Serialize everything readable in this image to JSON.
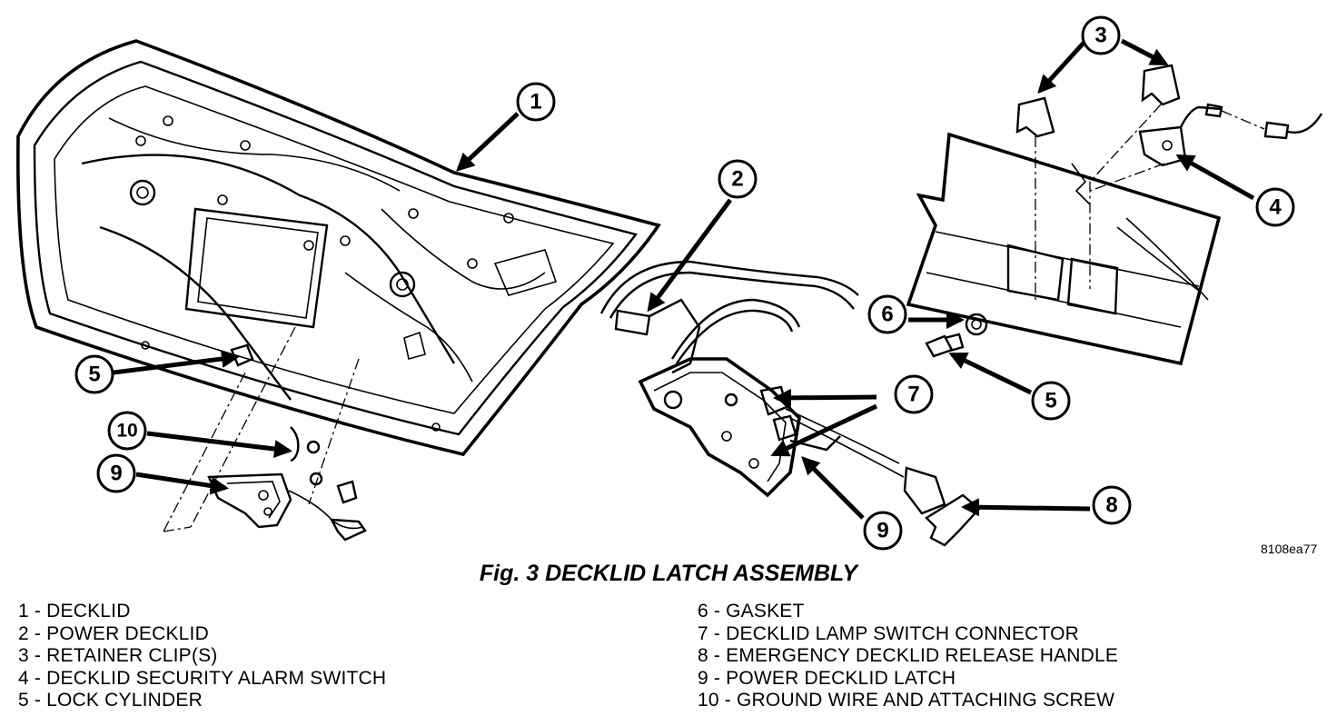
{
  "diagram": {
    "callouts": [
      "1",
      "2",
      "3",
      "4",
      "5",
      "6",
      "5",
      "7",
      "8",
      "9",
      "10",
      "9"
    ],
    "figure_code": "8108ea77",
    "caption": "Fig. 3 DECKLID LATCH ASSEMBLY"
  },
  "legend": {
    "left": [
      "1 - DECKLID",
      "2 - POWER DECKLID",
      "3 - RETAINER CLIP(S)",
      "4 - DECKLID SECURITY ALARM SWITCH",
      "5 - LOCK CYLINDER"
    ],
    "right": [
      "6 - GASKET",
      "7 - DECKLID LAMP SWITCH CONNECTOR",
      "8 - EMERGENCY DECKLID RELEASE HANDLE",
      "9 - POWER DECKLID LATCH",
      "10 - GROUND WIRE AND ATTACHING SCREW"
    ]
  }
}
